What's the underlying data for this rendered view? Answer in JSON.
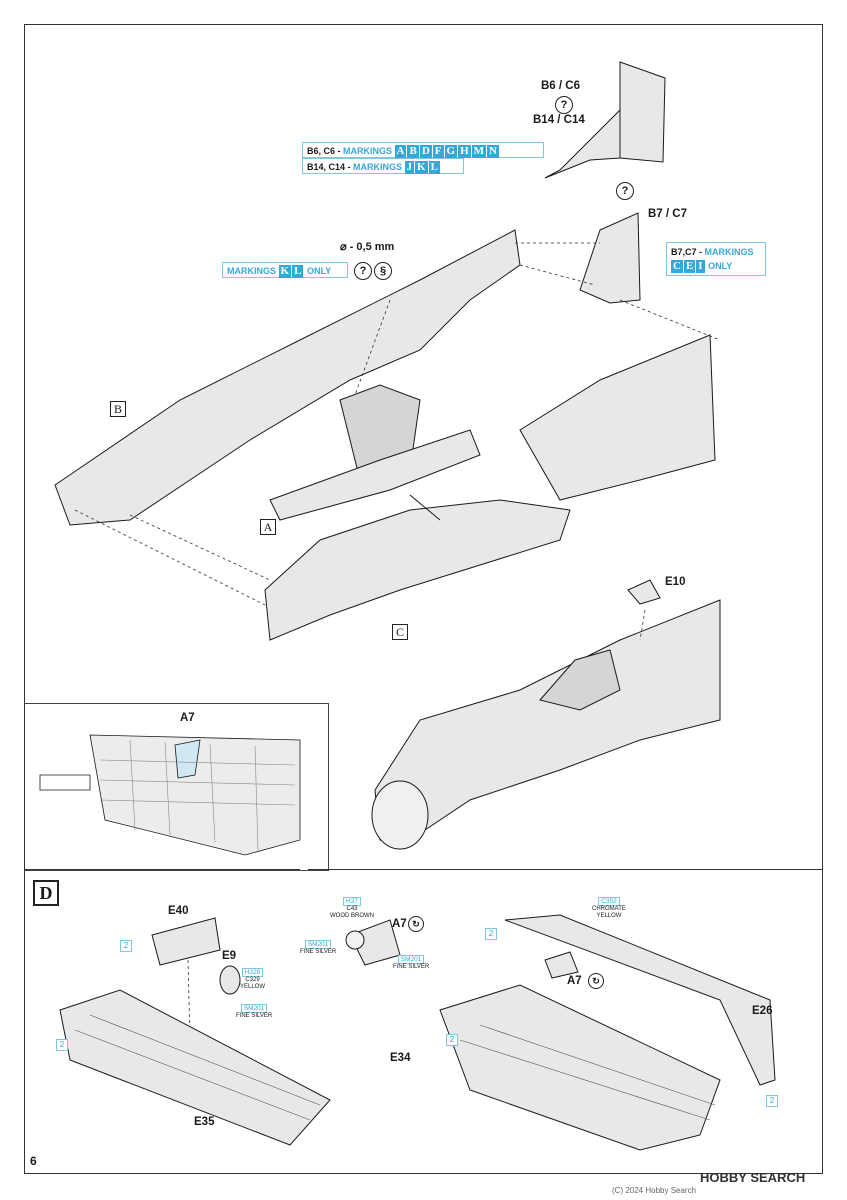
{
  "labels": {
    "b6_c6": "B6 / C6",
    "b14_c14": "B14 / C14",
    "b7_c7": "B7 / C7",
    "drill": "⌀ - 0,5 mm",
    "e10": "E10",
    "a7_inset": "A7",
    "e40": "E40",
    "e9": "E9",
    "e35": "E35",
    "e34": "E34",
    "e26": "E26",
    "a7_d": "A7",
    "a7_d2": "A7",
    "section_b": "B",
    "section_a": "A",
    "section_c": "C",
    "section_d": "D",
    "page_number": "6"
  },
  "markings": {
    "line1_prefix": "B6, C6 - ",
    "line1_word": "MARKINGS",
    "line1_letters": [
      "A",
      "B",
      "D",
      "F",
      "G",
      "H",
      "M",
      "N"
    ],
    "line2_prefix": "B14, C14 - ",
    "line2_word": "MARKINGS",
    "line2_letters": [
      "J",
      "K",
      "L"
    ],
    "left_word": "MARKINGS",
    "left_letters": [
      "K",
      "L"
    ],
    "left_only": "ONLY",
    "right_prefix": "B7,C7 - ",
    "right_word": "MARKINGS",
    "right_letters": [
      "C",
      "E",
      "I"
    ],
    "right_only": "ONLY"
  },
  "paints": {
    "h37": "H37",
    "c43": "C43",
    "wood_brown": "WOOD BROWN",
    "sm201_a": "SM201",
    "fine_silver_a": "FINE SILVER",
    "sm201_b": "SM201",
    "fine_silver_b": "FINE SILVER",
    "h329": "H329",
    "c329": "C329",
    "yellow": "YELLOW",
    "sm201_c": "SM201",
    "fine_silver_c": "FINE SILVER",
    "c352": "C352",
    "chromate": "CHROMATE",
    "chromate_yellow": "YELLOW"
  },
  "paint_counts": {
    "n1": "2",
    "n2": "2",
    "n3": "2",
    "n4": "2",
    "n5": "2"
  },
  "symbols": {
    "question": "?",
    "rotate": "↻",
    "drill_icon": "§"
  },
  "watermark": {
    "brand": "HOBBY SEARCH",
    "copyright": "(C) 2024 Hobby Search"
  },
  "colors": {
    "accent": "#35a8d6",
    "line": "#1a1a1a",
    "part_fill": "#e6e6e6"
  }
}
